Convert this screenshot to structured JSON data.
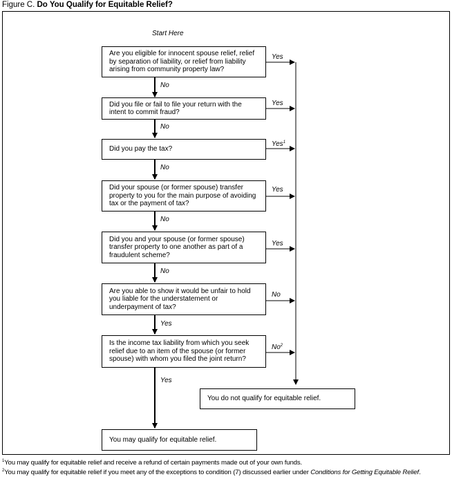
{
  "figure": {
    "prefix": "Figure C.",
    "title": "Do You Qualify for Equitable Relief?",
    "start_label": "Start Here"
  },
  "questions": [
    {
      "text": "Are you eligible for innocent spouse relief, relief by separation of liability, or relief from liability arising from community property law?",
      "right_label": "Yes",
      "down_label": "No"
    },
    {
      "text": "Did you file or fail to file your return with the intent to commit fraud?",
      "right_label": "Yes",
      "down_label": "No"
    },
    {
      "text": "Did you pay the tax?",
      "right_label": "Yes",
      "right_marker": "1",
      "down_label": "No"
    },
    {
      "text": "Did your spouse (or former spouse) transfer property to you for the main purpose of avoiding tax or the payment of tax?",
      "right_label": "Yes",
      "down_label": "No"
    },
    {
      "text": "Did you and your spouse (or former spouse) transfer property to one another as part of a fraudulent scheme?",
      "right_label": "Yes",
      "down_label": "No"
    },
    {
      "text": "Are you able to show it would be unfair to hold you liable for the understatement or underpayment of tax?",
      "right_label": "No",
      "down_label": "Yes"
    },
    {
      "text": "Is the income tax liability from which you seek relief due to an item of the spouse (or former spouse) with whom you filed the joint return?",
      "right_label": "No",
      "right_marker": "2",
      "down_label": "Yes"
    }
  ],
  "outcomes": {
    "not_qualify": "You do not qualify for equitable relief.",
    "may_qualify": "You may qualify for equitable relief."
  },
  "footnotes": [
    {
      "marker": "1",
      "text": "You may qualify for equitable relief and receive a refund of certain payments made out of your own funds."
    },
    {
      "marker": "2",
      "text": "You may qualify for equitable relief if you meet any of the exceptions to condition (7) discussed earlier under ",
      "emphasis": "Conditions for Getting Equitable Relief",
      "end": "."
    }
  ]
}
